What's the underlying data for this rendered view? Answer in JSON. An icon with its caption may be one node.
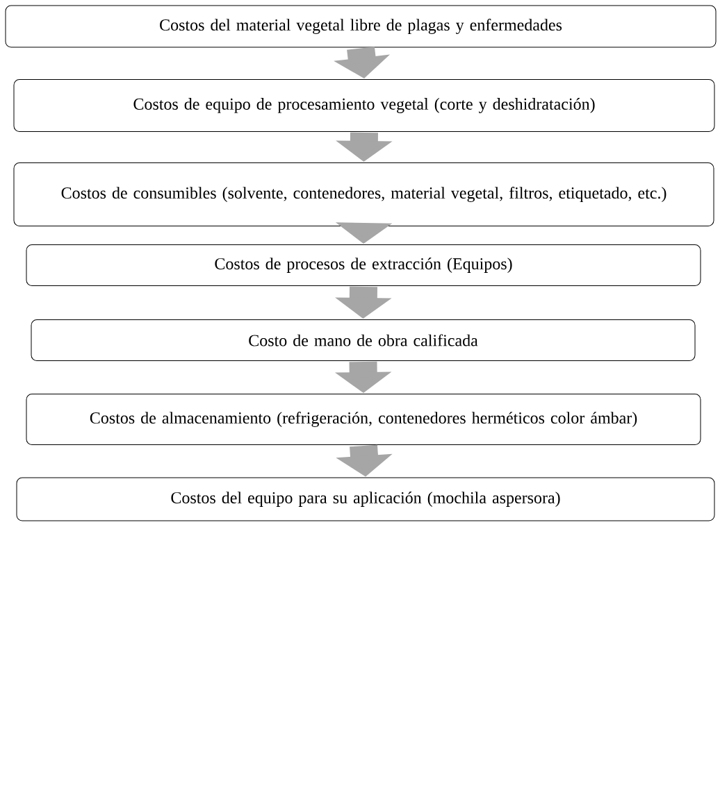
{
  "diagram": {
    "nodes": [
      {
        "text": [
          "Costos del material vegetal libre de plagas y enfermedades"
        ]
      },
      {
        "text": [
          "Costos de equipo de procesamiento vegetal (corte y deshidratación)"
        ]
      },
      {
        "text": [
          "Costos de consumibles (solvente, contenedores, material vegetal, filtros, etiquetado, etc.)"
        ]
      },
      {
        "text": [
          "Costos de procesos de extracción (Equipos)"
        ]
      },
      {
        "text": [
          "Costo de mano de obra calificada"
        ]
      },
      {
        "text": [
          "Costos de almacenamiento (refrigeración, contenedores herméticos color ámbar)"
        ]
      },
      {
        "text": [
          "Costos del equipo para su aplicación (mochila aspersora)"
        ]
      }
    ],
    "edges": [
      {
        "from": 0,
        "to": 1,
        "arrow": "to"
      },
      {
        "from": 1,
        "to": 2,
        "arrow": "to"
      },
      {
        "from": 2,
        "to": 3,
        "arrow": "to"
      },
      {
        "from": 3,
        "to": 4,
        "arrow": "to"
      },
      {
        "from": 4,
        "to": 5,
        "arrow": "to"
      },
      {
        "from": 5,
        "to": 6,
        "arrow": "to"
      }
    ]
  }
}
